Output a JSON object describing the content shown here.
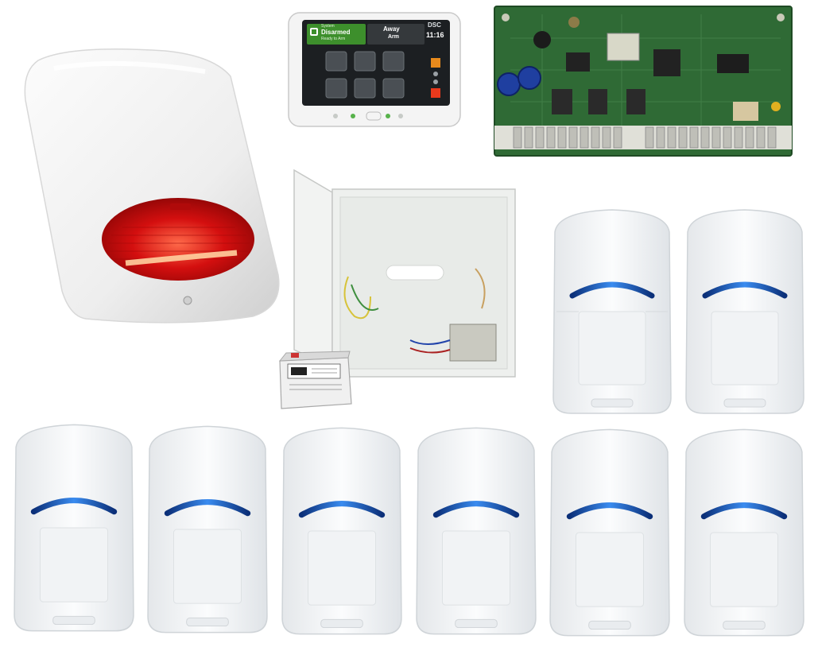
{
  "keypad": {
    "brand": "DSC",
    "time": "11:16",
    "status_line": "System",
    "status": "Disarmed",
    "status_sub": "Ready to Arm",
    "mode": "Away",
    "mode_sub": "Arm"
  },
  "colors": {
    "background": "#ffffff",
    "siren_lens": "#d40f0f",
    "pcb_green": "#2f6a35",
    "keypad_screen": "#1c1f22",
    "keypad_status_green": "#3d8f2c",
    "detector_lens_blue": "#1e63c8",
    "detector_body": "#f3f5f7"
  },
  "icons": [
    "outdoor-siren",
    "touchscreen-keypad",
    "control-panel-board",
    "metal-enclosure",
    "backup-battery",
    "motion-detector"
  ]
}
